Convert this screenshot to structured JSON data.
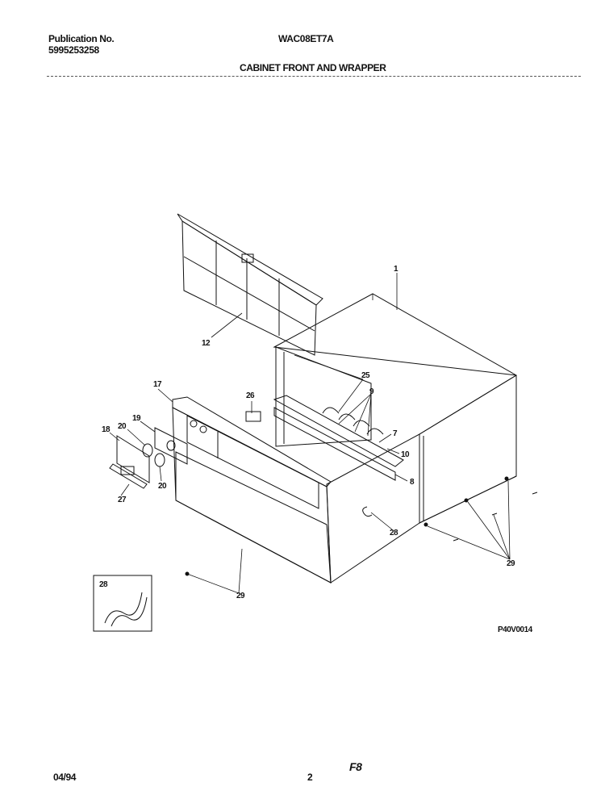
{
  "header": {
    "publication_label": "Publication No.",
    "publication_number": "5995253258",
    "model": "WAC08ET7A",
    "section_title": "CABINET FRONT AND WRAPPER"
  },
  "diagram": {
    "figure_code": "P40V0014",
    "callouts": [
      "1",
      "12",
      "25",
      "9",
      "26",
      "17",
      "19",
      "18",
      "20",
      "20",
      "27",
      "7",
      "10",
      "8",
      "28",
      "29",
      "28",
      "29"
    ]
  },
  "footer": {
    "date": "04/94",
    "page": "2",
    "mark": "F8"
  }
}
